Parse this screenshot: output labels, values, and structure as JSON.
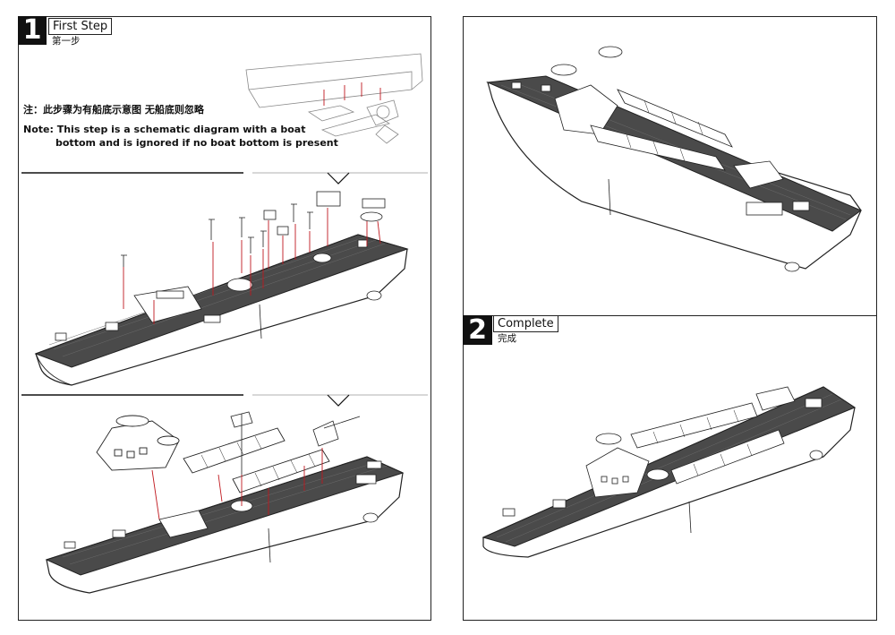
{
  "step1": {
    "number": "1",
    "title": "First Step",
    "subtitle": "第一步",
    "note_cn": "注：此步骤为有船底示意图 无船底则忽略",
    "note_en_line1": "Note: This step is a schematic diagram with a boat",
    "note_en_line2": "bottom and is ignored if no boat bottom is present"
  },
  "step2": {
    "number": "2",
    "title": "Complete",
    "subtitle": "完成"
  },
  "colors": {
    "deck": "#4a4a4a",
    "outline": "#222222",
    "arrow": "#c0181e",
    "hull": "#ffffff"
  }
}
